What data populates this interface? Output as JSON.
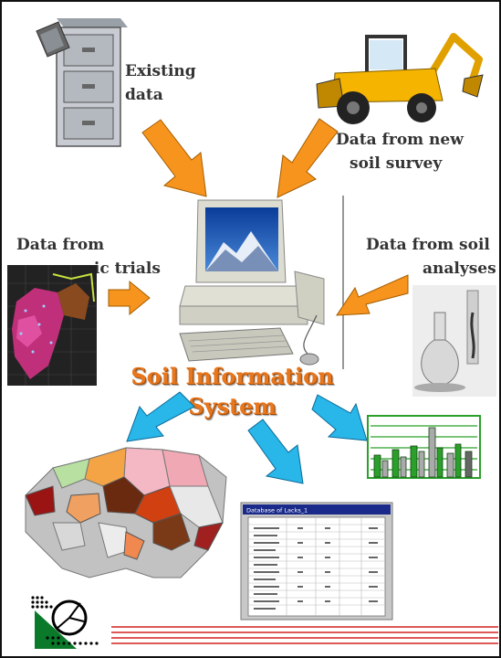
{
  "labels": {
    "existing_line1": "Existing",
    "existing_line2": "data",
    "survey_line1": "Data from new",
    "survey_line2": "soil survey",
    "trials_line1": "Data from",
    "trials_line2": "agronomic trials",
    "analyses_line1": "Data from soil",
    "analyses_line2": "analyses"
  },
  "center": {
    "title_line1": "Soil Information",
    "title_line2": "System"
  },
  "table_window": {
    "title": "Database of Lacks_1"
  },
  "colors": {
    "input_arrow": "#f7941d",
    "output_arrow": "#29b6e8",
    "title_text": "#e8761c",
    "footer_line": "#d42020"
  },
  "icons": [
    "filing-cabinet-icon",
    "backhoe-icon",
    "computer-icon",
    "lab-flask-icon",
    "trial-map-icon",
    "soil-map-icon",
    "bar-chart-icon",
    "table-window-icon",
    "institute-logo-icon"
  ]
}
